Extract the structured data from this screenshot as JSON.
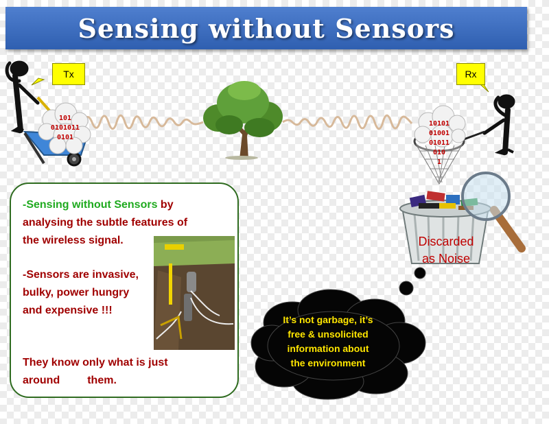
{
  "title": "Sensing without Sensors",
  "tx_label": "Tx",
  "rx_label": "Rx",
  "tx_bits": [
    "101",
    "0101011",
    "0101"
  ],
  "rx_bits": [
    "10101",
    "01001",
    "01011",
    "010",
    "1"
  ],
  "info": {
    "line1_green": "-Sensing without Sensors",
    "line1_rest": " by",
    "line2": "analysing the subtle features of",
    "line3": "the wireless signal.",
    "line4": "-Sensors are invasive,",
    "line5": "bulky, power hungry",
    "line6": "and expensive !!!",
    "line7": "They know only what is just",
    "line8": "around         them."
  },
  "discarded": [
    "Discarded",
    "as Noise"
  ],
  "cloud": [
    "It’s not garbage, it’s",
    "free & unsolicited",
    "information about",
    "the environment"
  ],
  "colors": {
    "banner": "#3a6fc4",
    "callout": "#ffff00",
    "text_red": "#a00000",
    "text_green": "#1faa1f",
    "cloud_text": "#ffe600"
  }
}
